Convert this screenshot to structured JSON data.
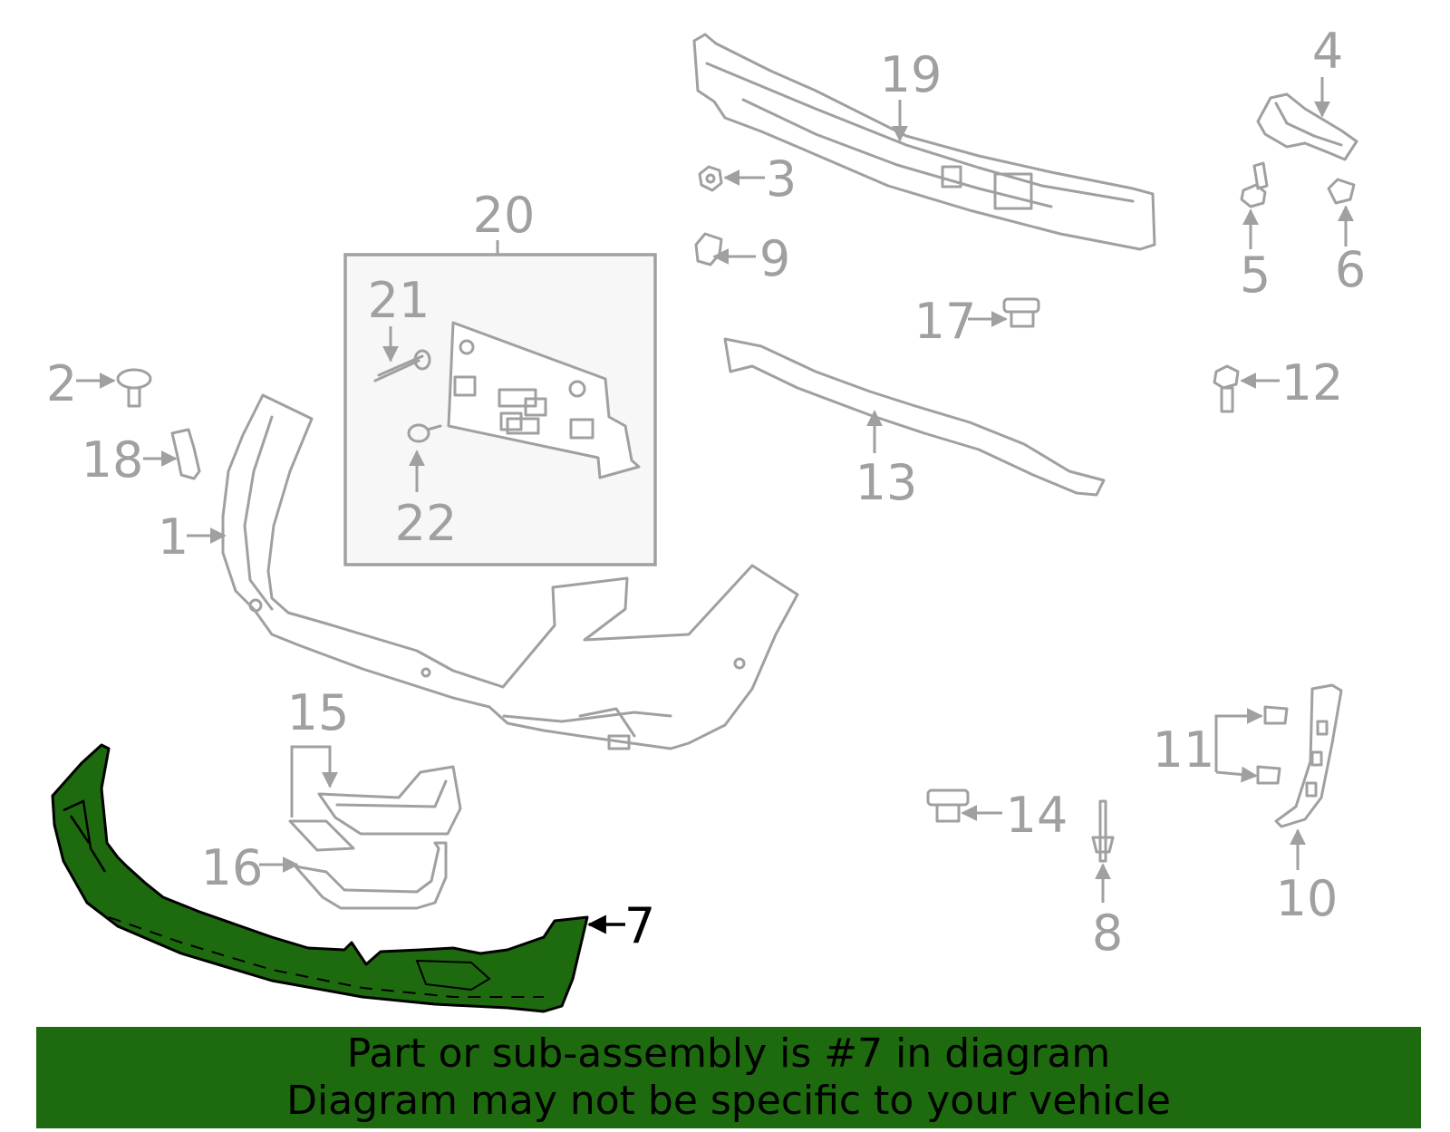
{
  "callouts": {
    "c1": "1",
    "c2": "2",
    "c3": "3",
    "c4": "4",
    "c5": "5",
    "c6": "6",
    "c7": "7",
    "c8": "8",
    "c9": "9",
    "c10": "10",
    "c11": "11",
    "c12": "12",
    "c13": "13",
    "c14": "14",
    "c15": "15",
    "c16": "16",
    "c17": "17",
    "c18": "18",
    "c19": "19",
    "c20": "20",
    "c21": "21",
    "c22": "22"
  },
  "highlighted_part": "7",
  "colors": {
    "highlight": "#1e6a0e",
    "line": "#a0a0a0",
    "inset_box": "#f7f7f7"
  },
  "banner": {
    "line1": "Part or sub-assembly is #7 in diagram",
    "line2": "Diagram may not be specific to your vehicle"
  }
}
